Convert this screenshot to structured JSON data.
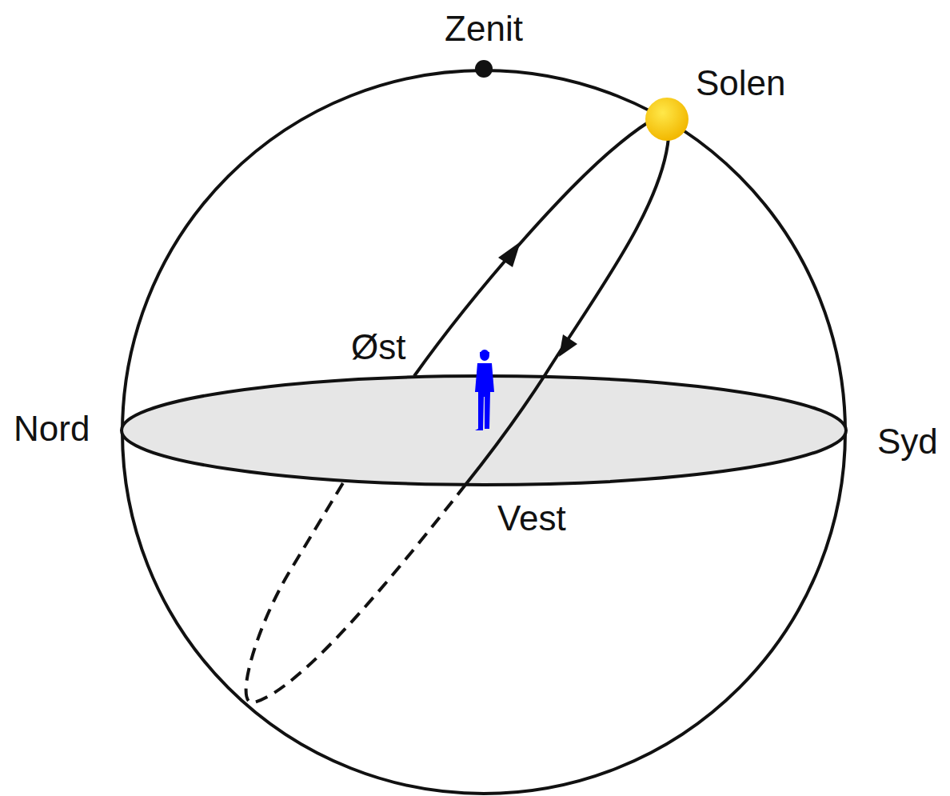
{
  "diagram": {
    "labels": [
      "Zenit",
      "Solen",
      "Øst",
      "Nord",
      "Syd",
      "Vest"
    ]
  }
}
